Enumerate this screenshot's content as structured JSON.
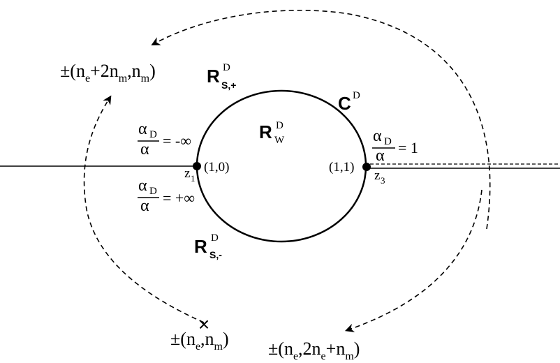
{
  "regions": {
    "strong_plus": {
      "main": "R",
      "sup": "D",
      "sub": "S,+"
    },
    "strong_minus": {
      "main": "R",
      "sup": "D",
      "sub": "S,-"
    },
    "weak": {
      "main": "R",
      "sup": "D",
      "sub": "W"
    },
    "curve": {
      "main": "C",
      "sup": "D"
    }
  },
  "ratio_labels": {
    "left_upper": {
      "num_main": "α",
      "num_sub": "D",
      "den": "α",
      "value": "= -∞"
    },
    "left_lower": {
      "num_main": "α",
      "num_sub": "D",
      "den": "α",
      "value": "= +∞"
    },
    "right": {
      "num_main": "α",
      "num_sub": "D",
      "den": "α",
      "value": "= 1"
    }
  },
  "points": {
    "z1": {
      "main": "z",
      "sub": "1",
      "coords": "(1,0)"
    },
    "z3": {
      "main": "z",
      "sub": "3",
      "coords": "(1,1)"
    }
  },
  "charges": {
    "top_left": {
      "pm": "±(",
      "p1": "n",
      "s1": "e",
      "p2": "+2n",
      "s2": "m",
      "p3": ",n",
      "s3": "m",
      "close": ")"
    },
    "bottom_middle": {
      "pm": "±(",
      "p1": "n",
      "s1": "e",
      "p2": ",n",
      "s2": "m",
      "close": ")"
    },
    "bottom_right": {
      "pm": "±(",
      "p1": "n",
      "s1": "e",
      "p2": ",2n",
      "s2": "e",
      "p3": "+n",
      "s3": "m",
      "close": ")"
    }
  },
  "markers": {
    "cross": "×"
  }
}
